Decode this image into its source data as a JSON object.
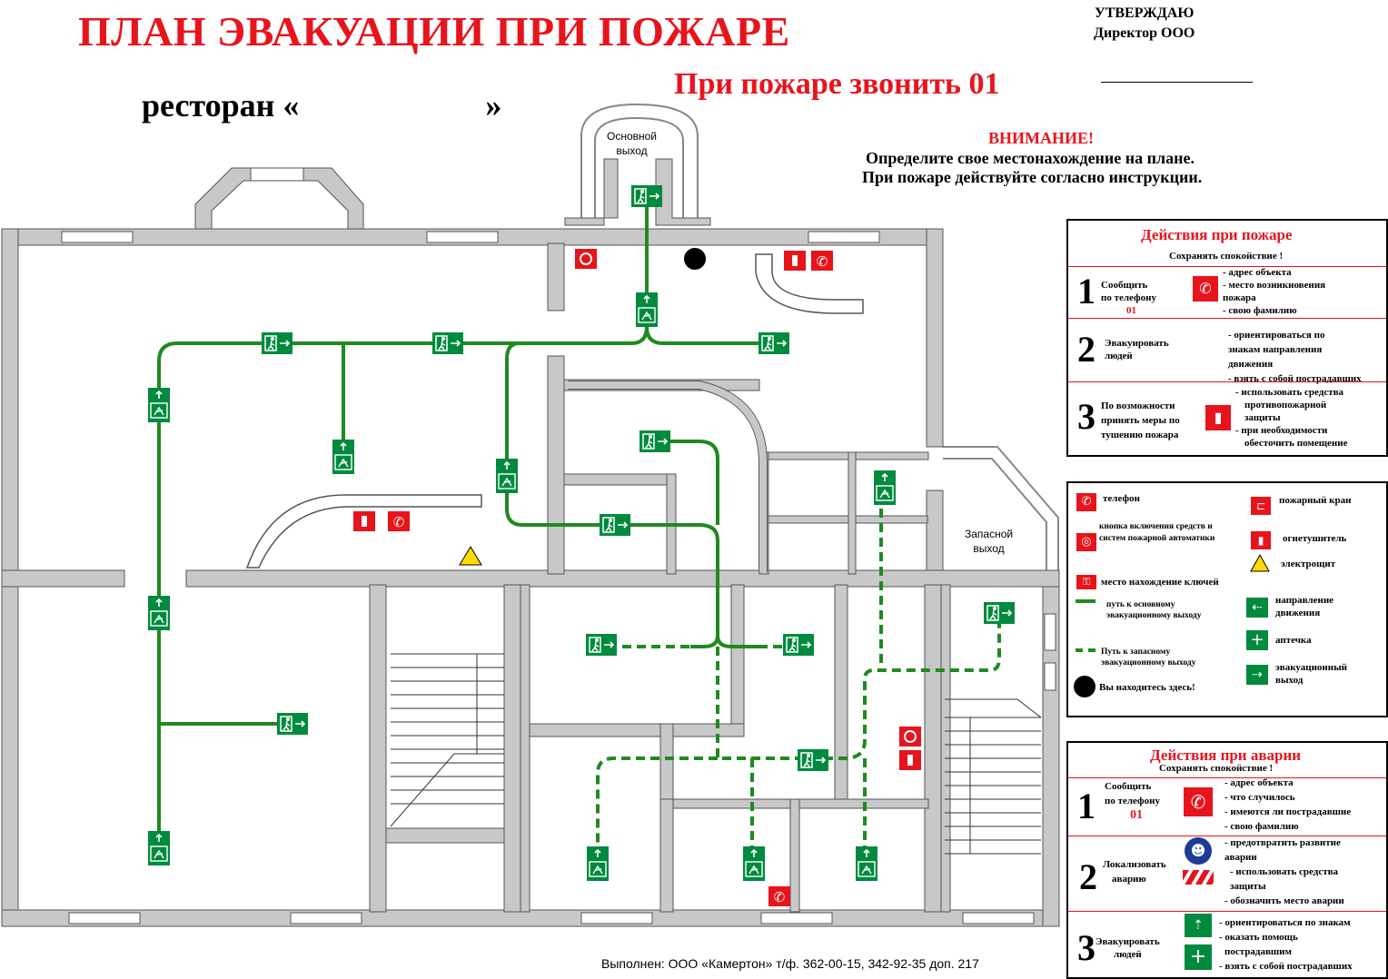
{
  "header": {
    "title": "ПЛАН ЭВАКУАЦИИ ПРИ ПОЖАРЕ",
    "approve_line1": "УТВЕРЖДАЮ",
    "approve_line2": "Директор ООО",
    "restaurant_prefix": "ресторан «",
    "restaurant_suffix": "»",
    "call": "При пожаре звонить 01"
  },
  "attention": {
    "title": "ВНИМАНИЕ!",
    "line1": "Определите свое местонахождение на плане.",
    "line2": "При пожаре действуйте согласно инструкции."
  },
  "map_labels": {
    "main_exit": [
      "Основной",
      "выход"
    ],
    "spare_exit": [
      "Запасной",
      "выход"
    ]
  },
  "fire_actions": {
    "title": "Действия при пожаре",
    "subtitle": "Сохранять спокойствие !",
    "steps": [
      {
        "num": "1",
        "label": [
          "Сообщить",
          "по телефону"
        ],
        "label_red": "01",
        "items": [
          "- адрес объекта",
          "- место возникновения",
          "  пожара",
          "- свою фамилию"
        ]
      },
      {
        "num": "2",
        "label": [
          "Эвакуировать",
          "людей"
        ],
        "items": [
          "- ориентироваться по",
          "знакам направления",
          "движения",
          "- взять с собой пострадавших"
        ]
      },
      {
        "num": "3",
        "label": [
          "По возможности",
          "принять меры по",
          "тушению пожара"
        ],
        "items": [
          "- использовать средства",
          "противопожарной",
          "защиты",
          "- при необходимости",
          "обесточить помещение"
        ]
      }
    ]
  },
  "legend": {
    "items": [
      {
        "label": "телефон"
      },
      {
        "label": "пожарный кран"
      },
      {
        "label": "кнопка включения средств и систем пожарной автоматики"
      },
      {
        "label": "огнетушитель"
      },
      {
        "label": "электрощит"
      },
      {
        "label": "место нахождение ключей"
      },
      {
        "label": "путь к основному эвакуационному выходу"
      },
      {
        "label": "направление движения"
      },
      {
        "label": "аптечка"
      },
      {
        "label": "Путь к запасному эвакуационному выходу"
      },
      {
        "label": "эвакуационный выход"
      },
      {
        "label": "Вы находитесь здесь!"
      }
    ]
  },
  "accident_actions": {
    "title": "Действия при аварии",
    "subtitle": "Сохранять спокойствие !",
    "steps": [
      {
        "num": "1",
        "label": [
          "Сообщить",
          "по телефону"
        ],
        "label_red": "01",
        "items": [
          "- адрес объекта",
          "- что случилось",
          "- имеются ли пострадавшие",
          "- свою фамилию"
        ]
      },
      {
        "num": "2",
        "label": [
          "Локализовать",
          "аварию"
        ],
        "items": [
          "- предотвратить развитие",
          "аварии",
          "- использовать средства",
          "защиты",
          "- обозначить место аварии"
        ]
      },
      {
        "num": "3",
        "label": [
          "Эвакуировать",
          "людей"
        ],
        "items": [
          "- ориентироваться по знакам",
          "- оказать помощь",
          "пострадавшим",
          "- взять с собой пострадавших"
        ]
      }
    ]
  },
  "footer": "Выполнен: ООО «Камертон» т/ф. 362-00-15, 342-92-35 доп. 217",
  "colors": {
    "red": "#e8141c",
    "green": "#008a3e",
    "wall": "#c8c8c8"
  },
  "icons": [
    "phone-icon",
    "fire-hydrant-icon",
    "fire-alarm-button-icon",
    "extinguisher-icon",
    "electric-panel-icon",
    "key-icon",
    "exit-sign-icon",
    "first-aid-icon",
    "you-are-here-icon",
    "gas-mask-icon"
  ]
}
